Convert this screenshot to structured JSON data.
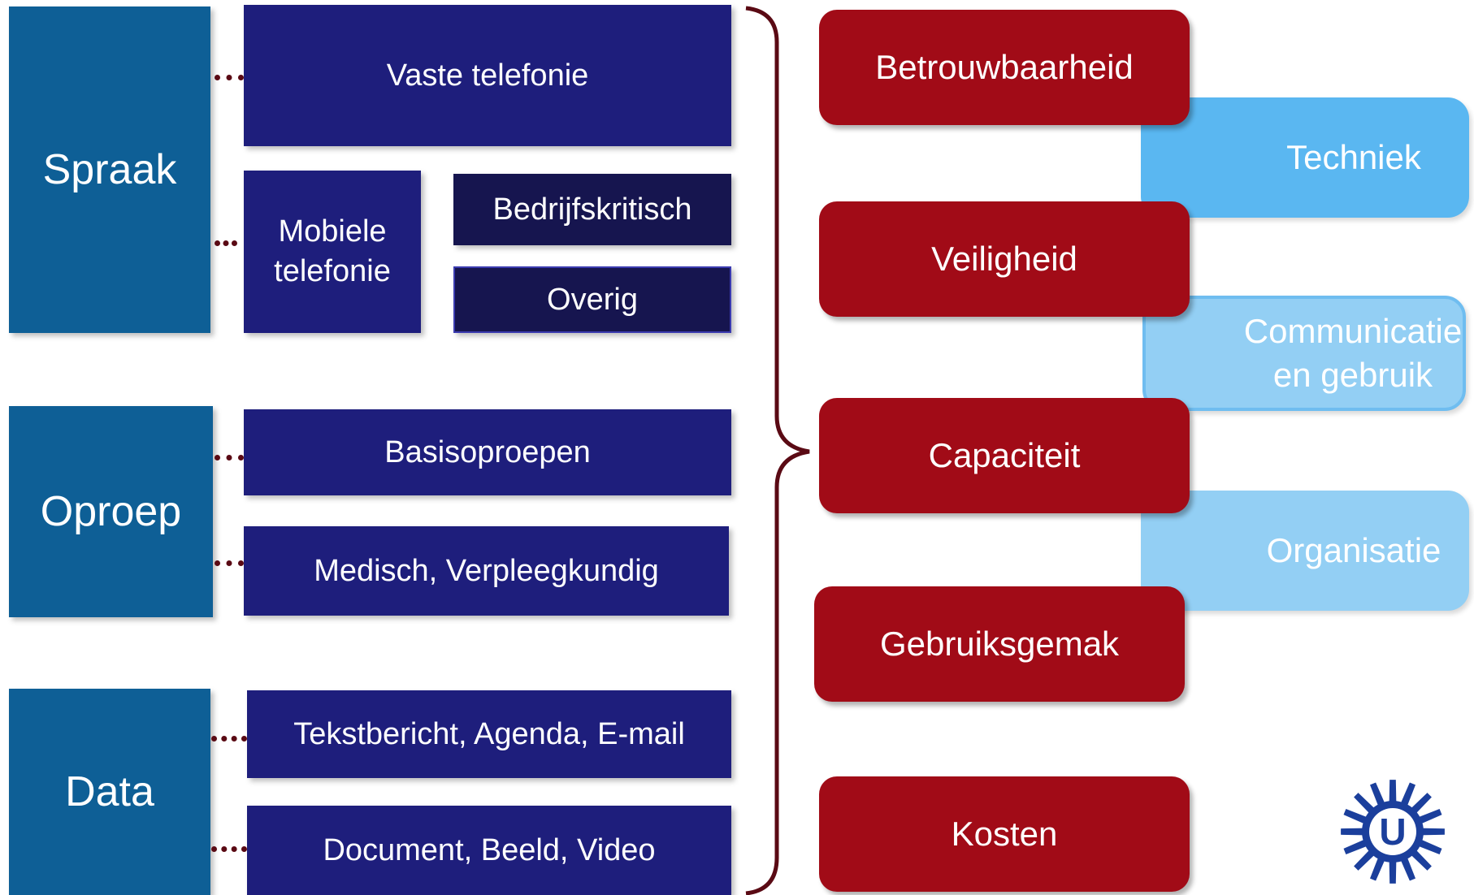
{
  "categories": [
    {
      "label": "Spraak"
    },
    {
      "label": "Oproep"
    },
    {
      "label": "Data"
    }
  ],
  "services": {
    "vaste_telefonie": "Vaste telefonie",
    "mobiele_telefonie": "Mobiele telefonie",
    "bedrijfskritisch": "Bedrijfskritisch",
    "overig": "Overig",
    "basisoproepen": "Basisoproepen",
    "medisch": "Medisch, Verpleegkundig",
    "tekstbericht": "Tekstbericht, Agenda, E-mail",
    "document": "Document, Beeld, Video"
  },
  "criteria": [
    {
      "label": "Betrouwbaarheid"
    },
    {
      "label": "Veiligheid"
    },
    {
      "label": "Capaciteit"
    },
    {
      "label": "Gebruiksgemak"
    },
    {
      "label": "Kosten"
    }
  ],
  "aspects": [
    {
      "label": "Techniek"
    },
    {
      "label": "Communicatie en gebruik"
    },
    {
      "label": "Organisatie"
    }
  ],
  "colors": {
    "category": "#0e5f96",
    "service": "#1e1e7c",
    "service_dark": "#16154f",
    "criterion": "#a10b17",
    "aspect_strong": "#5ab7f1",
    "aspect_light": "#93cff4",
    "connector": "#5a0a14"
  },
  "logo": {
    "icon": "university-sun-logo",
    "letter": "U"
  }
}
